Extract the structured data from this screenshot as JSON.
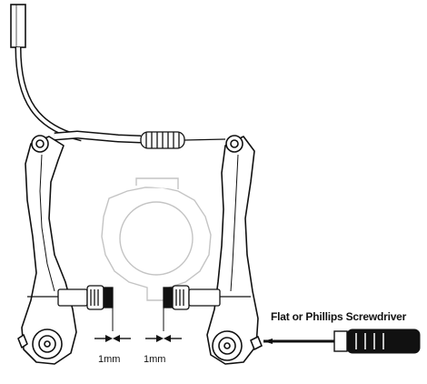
{
  "diagram": {
    "tool_label": "Flat or Phillips Screwdriver",
    "gap_left_label": "1mm",
    "gap_right_label": "1mm",
    "colors": {
      "line": "#111111",
      "fill": "#ffffff",
      "ghost": "#bdbdbd",
      "handle": "#111111"
    },
    "icons": {
      "brake": "v-brake-illustration",
      "tool": "screwdriver-icon",
      "gap": "gap-arrow-icon"
    }
  }
}
